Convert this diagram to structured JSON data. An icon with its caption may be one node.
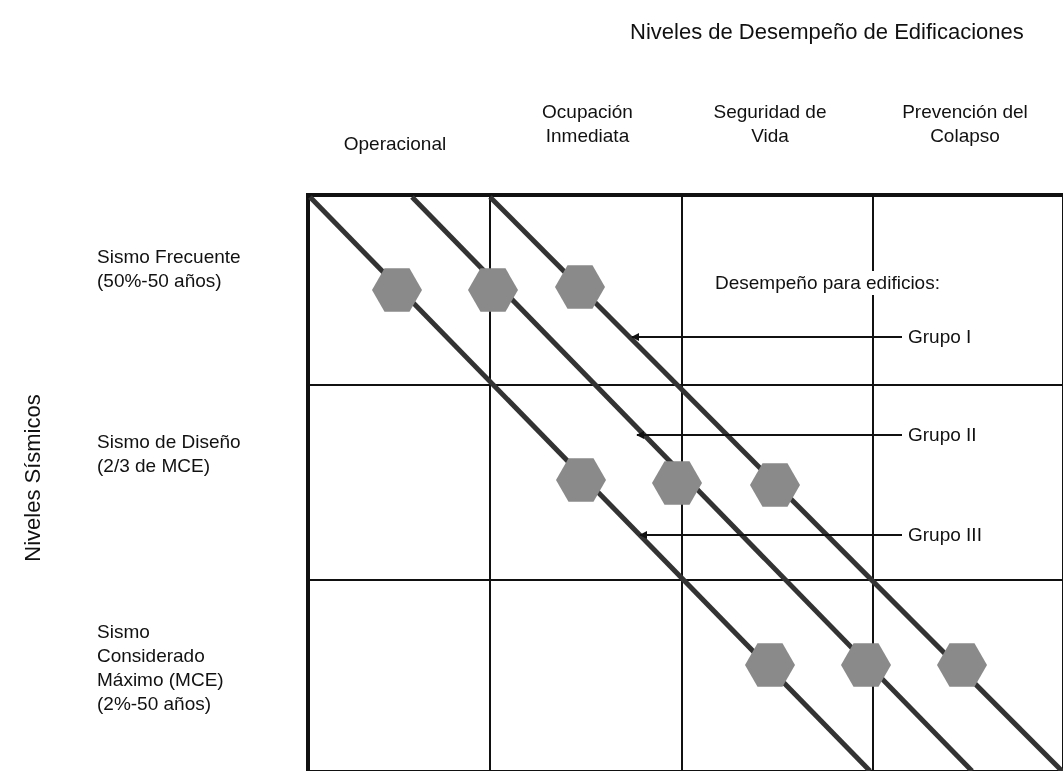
{
  "diagram": {
    "title": "Niveles de Desempeño de Edificaciones",
    "nodes": [
      {
        "text": [
          "Grupo I"
        ]
      },
      {
        "text": [
          "Grupo II"
        ]
      },
      {
        "text": [
          "Grupo III"
        ]
      }
    ],
    "edges": [
      {
        "from": 0,
        "to": null,
        "arrow": "to"
      },
      {
        "from": 1,
        "to": null,
        "arrow": "to"
      },
      {
        "from": 2,
        "to": null,
        "arrow": "to"
      }
    ],
    "labels": [
      "Operacional",
      "Ocupación Inmediata",
      "Seguridad de Vida",
      "Prevención del Colapso",
      "Sismo Frecuente (50%-50 años)",
      "Desempeño para edificios:",
      "Sismo de Diseño (2/3 de MCE)",
      "Sismo Considerado Máximo (MCE) (2%-50 años)",
      "Niveles Sísmicos"
    ]
  }
}
